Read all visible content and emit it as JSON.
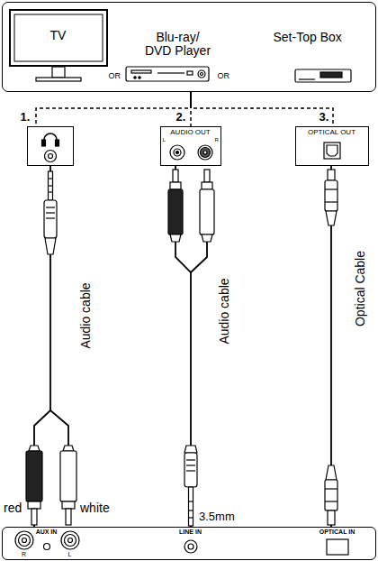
{
  "diagram": {
    "nodes": [
      {
        "text": [
          "OR",
          "Blu-ray/ DVD Player",
          "OR",
          "Set-Top Box"
        ]
      },
      {
        "text": [
          "TV"
        ],
        "in": 0
      },
      {
        "text": [
          "1."
        ]
      },
      {
        "text": [
          "2.",
          "AUDIO OUT",
          "L",
          "R"
        ]
      },
      {
        "text": [
          "3.",
          "OPTICAL OUT"
        ]
      },
      {
        "text": [
          "AUX IN",
          "R",
          "L",
          "LINE IN",
          "OPTICAL IN"
        ]
      }
    ],
    "edges": [
      {
        "from": 0,
        "to": 2,
        "arrow": "none"
      },
      {
        "from": 0,
        "to": 3,
        "arrow": "none"
      },
      {
        "from": 0,
        "to": 4,
        "arrow": "none"
      },
      {
        "from": 2,
        "to": 5,
        "label": "Audio cable",
        "arrow": "none"
      },
      {
        "from": 3,
        "to": 5,
        "label": "Audio cable",
        "arrow": "none"
      },
      {
        "from": 4,
        "to": 5,
        "label": "Optical Cable",
        "arrow": "none"
      }
    ],
    "labels": [
      "red",
      "white",
      "3.5mm"
    ]
  }
}
